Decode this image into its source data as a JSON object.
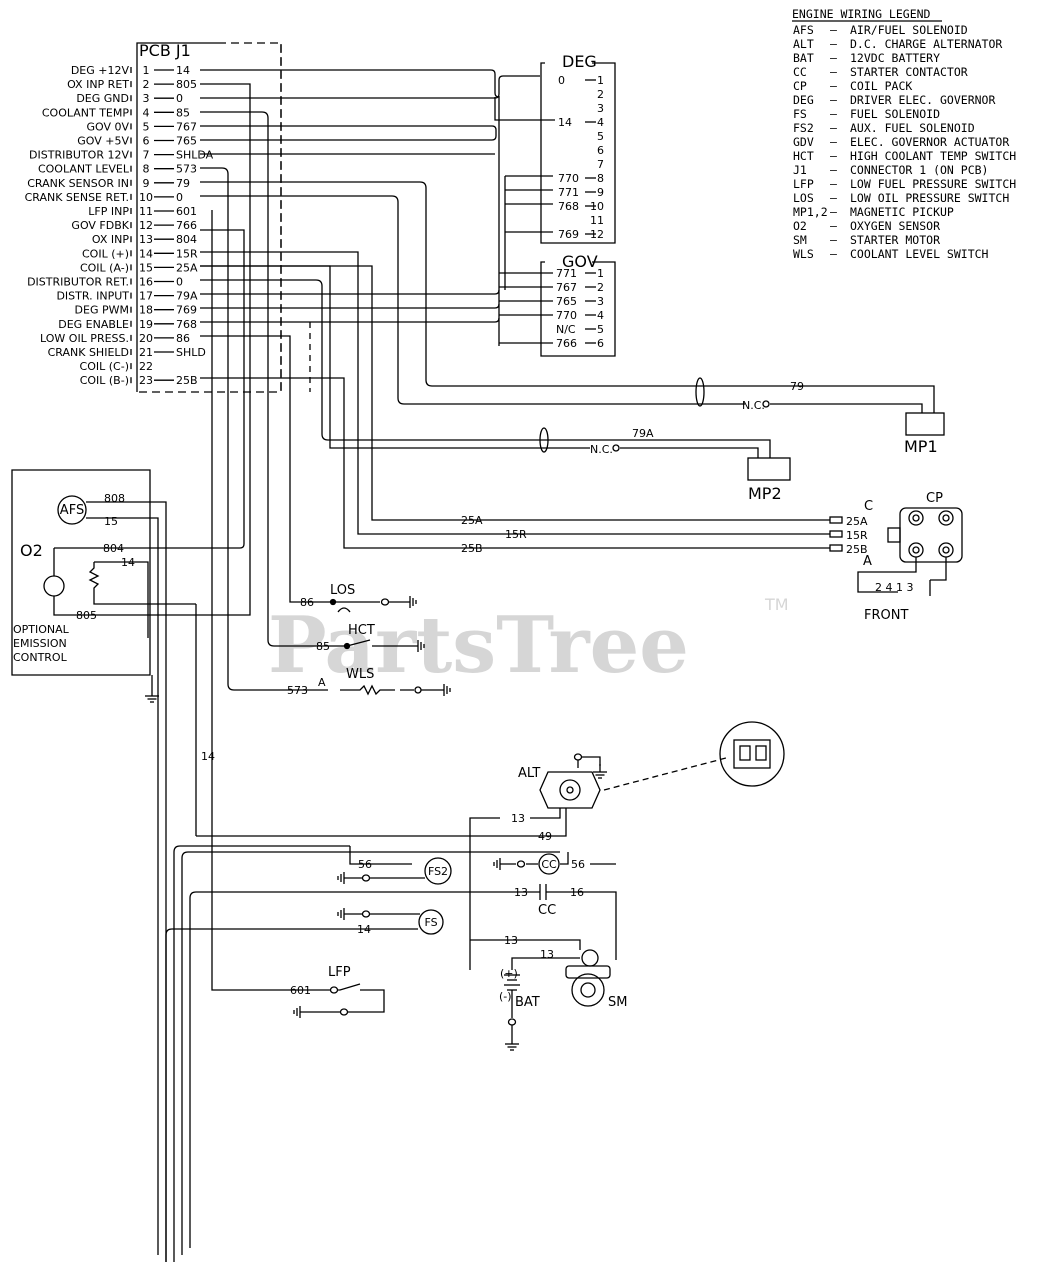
{
  "legend": {
    "title": "ENGINE WIRING LEGEND",
    "rows": [
      {
        "code": "AFS",
        "desc": "AIR/FUEL SOLENOID"
      },
      {
        "code": "ALT",
        "desc": "D.C. CHARGE ALTERNATOR"
      },
      {
        "code": "BAT",
        "desc": "12VDC BATTERY"
      },
      {
        "code": "CC",
        "desc": "STARTER CONTACTOR"
      },
      {
        "code": "CP",
        "desc": "COIL PACK"
      },
      {
        "code": "DEG",
        "desc": "DRIVER ELEC. GOVERNOR"
      },
      {
        "code": "FS",
        "desc": "FUEL SOLENOID"
      },
      {
        "code": "FS2",
        "desc": "AUX. FUEL SOLENOID"
      },
      {
        "code": "GDV",
        "desc": "ELEC. GOVERNOR ACTUATOR"
      },
      {
        "code": "HCT",
        "desc": "HIGH COOLANT TEMP SWITCH"
      },
      {
        "code": "J1",
        "desc": "CONNECTOR 1 (ON PCB)"
      },
      {
        "code": "LFP",
        "desc": "LOW FUEL PRESSURE SWITCH"
      },
      {
        "code": "LOS",
        "desc": "LOW OIL PRESSURE SWITCH"
      },
      {
        "code": "MP1,2",
        "desc": "MAGNETIC PICKUP"
      },
      {
        "code": "O2",
        "desc": "OXYGEN SENSOR"
      },
      {
        "code": "SM",
        "desc": "STARTER MOTOR"
      },
      {
        "code": "WLS",
        "desc": "COOLANT LEVEL SWITCH"
      }
    ]
  },
  "pcb": {
    "title": "PCB J1",
    "pins": [
      {
        "name": "DEG +12V",
        "num": "1",
        "wire": "14"
      },
      {
        "name": "OX INP RET",
        "num": "2",
        "wire": "805"
      },
      {
        "name": "DEG GND",
        "num": "3",
        "wire": "0"
      },
      {
        "name": "COOLANT TEMP",
        "num": "4",
        "wire": "85"
      },
      {
        "name": "GOV 0V",
        "num": "5",
        "wire": "767"
      },
      {
        "name": "GOV +5V",
        "num": "6",
        "wire": "765"
      },
      {
        "name": "DISTRIBUTOR 12V",
        "num": "7",
        "wire": "SHLDA"
      },
      {
        "name": "COOLANT LEVEL",
        "num": "8",
        "wire": "573"
      },
      {
        "name": "CRANK SENSOR IN",
        "num": "9",
        "wire": "79"
      },
      {
        "name": "CRANK SENSE RET.",
        "num": "10",
        "wire": "0"
      },
      {
        "name": "LFP INP",
        "num": "11",
        "wire": "601"
      },
      {
        "name": "GOV FDBK",
        "num": "12",
        "wire": "766"
      },
      {
        "name": "OX INP",
        "num": "13",
        "wire": "804"
      },
      {
        "name": "COIL (+)",
        "num": "14",
        "wire": "15R"
      },
      {
        "name": "COIL (A-)",
        "num": "15",
        "wire": "25A"
      },
      {
        "name": "DISTRIBUTOR RET.",
        "num": "16",
        "wire": "0"
      },
      {
        "name": "DISTR. INPUT",
        "num": "17",
        "wire": "79A"
      },
      {
        "name": "DEG PWM",
        "num": "18",
        "wire": "769"
      },
      {
        "name": "DEG ENABLE",
        "num": "19",
        "wire": "768"
      },
      {
        "name": "LOW OIL PRESS.",
        "num": "20",
        "wire": "86"
      },
      {
        "name": "CRANK SHIELD",
        "num": "21",
        "wire": "SHLD"
      },
      {
        "name": "COIL (C-)",
        "num": "22",
        "wire": ""
      },
      {
        "name": "COIL (B-)",
        "num": "23",
        "wire": "25B"
      }
    ]
  },
  "deg": {
    "title": "DEG",
    "pins": [
      {
        "num": "1",
        "wire": "0"
      },
      {
        "num": "2",
        "wire": ""
      },
      {
        "num": "3",
        "wire": ""
      },
      {
        "num": "4",
        "wire": "14"
      },
      {
        "num": "5",
        "wire": ""
      },
      {
        "num": "6",
        "wire": ""
      },
      {
        "num": "7",
        "wire": ""
      },
      {
        "num": "8",
        "wire": "770"
      },
      {
        "num": "9",
        "wire": "771"
      },
      {
        "num": "10",
        "wire": "768"
      },
      {
        "num": "11",
        "wire": ""
      },
      {
        "num": "12",
        "wire": "769"
      }
    ]
  },
  "gov": {
    "title": "GOV",
    "pins": [
      {
        "num": "1",
        "wire": "771"
      },
      {
        "num": "2",
        "wire": "767"
      },
      {
        "num": "3",
        "wire": "765"
      },
      {
        "num": "4",
        "wire": "770"
      },
      {
        "num": "5",
        "wire": "N/C"
      },
      {
        "num": "6",
        "wire": "766"
      }
    ]
  },
  "labels": {
    "mp1": "MP1",
    "mp2": "MP2",
    "cp": "CP",
    "cp_c": "C",
    "cp_a": "A",
    "front": "FRONT",
    "cp_25a": "25A",
    "cp_15r": "15R",
    "cp_25b": "25B",
    "wire_79": "79",
    "wire_79a": "79A",
    "nc1": "N.C.",
    "nc2": "N.C.",
    "wire_25a": "25A",
    "wire_15r": "15R",
    "wire_25b": "25B",
    "los": "LOS",
    "hct": "HCT",
    "wls": "WLS",
    "w86": "86",
    "w85": "85",
    "w573": "573",
    "wA": "A",
    "o2": "O2",
    "afs": "AFS",
    "w808": "808",
    "w15": "15",
    "w804": "804",
    "w14": "14",
    "w805": "805",
    "emission1": "OPTIONAL",
    "emission2": "EMISSION",
    "emission3": "CONTROL",
    "v14": "14",
    "alt": "ALT",
    "w13a": "13",
    "w49": "49",
    "fs2": "FS2",
    "w56a": "56",
    "cc_sym": "CC",
    "w56b": "56",
    "w13b": "13",
    "w16": "16",
    "cc_label": "CC",
    "fs": "FS",
    "w14b": "14",
    "w13c": "13",
    "w13d": "13",
    "bat": "BAT",
    "bat_pos": "(+)",
    "bat_neg": "(-)",
    "sm": "SM",
    "lfp": "LFP",
    "w601": "601",
    "front_pins": "2 4 1 3"
  },
  "watermark": {
    "text": "PartsTree",
    "tm": "TM"
  }
}
